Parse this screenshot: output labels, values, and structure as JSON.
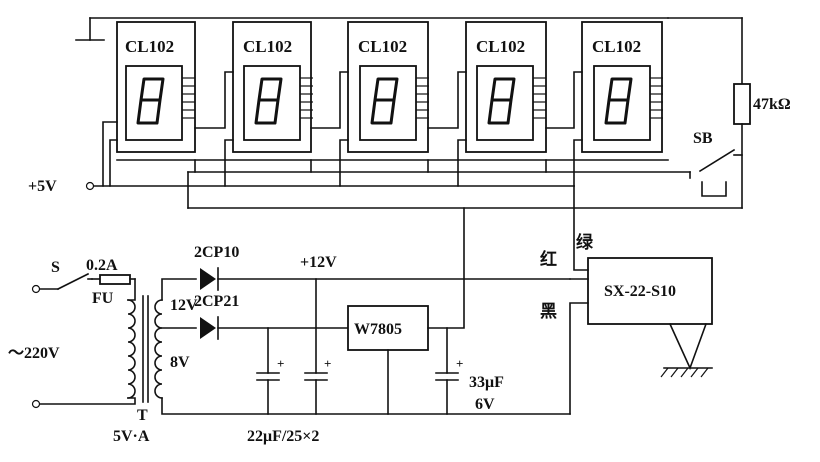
{
  "displays": [
    {
      "label": "CL102"
    },
    {
      "label": "CL102"
    },
    {
      "label": "CL102"
    },
    {
      "label": "CL102"
    },
    {
      "label": "CL102"
    }
  ],
  "power": {
    "plus5v": "+5V",
    "plus12v": "+12V",
    "mains": "～220V"
  },
  "switches": {
    "s_label": "S",
    "sb_label": "SB"
  },
  "fuse": {
    "rating": "0.2A",
    "label": "FU"
  },
  "transformer": {
    "label": "T",
    "rating": "5V·A",
    "tap_12v": "12V",
    "tap_8v": "8V"
  },
  "diodes": {
    "d1": "2CP10",
    "d2": "2CP21"
  },
  "regulator": {
    "label": "W7805"
  },
  "capacitors": {
    "output_value": "33μF",
    "output_voltage": "6V",
    "filter_value": "22μF/25×2",
    "plus_sign": "+"
  },
  "resistor": {
    "value": "47kΩ"
  },
  "sensor": {
    "label": "SX-22-S10",
    "wire_green": "绿",
    "wire_red": "红",
    "wire_black": "黑"
  }
}
